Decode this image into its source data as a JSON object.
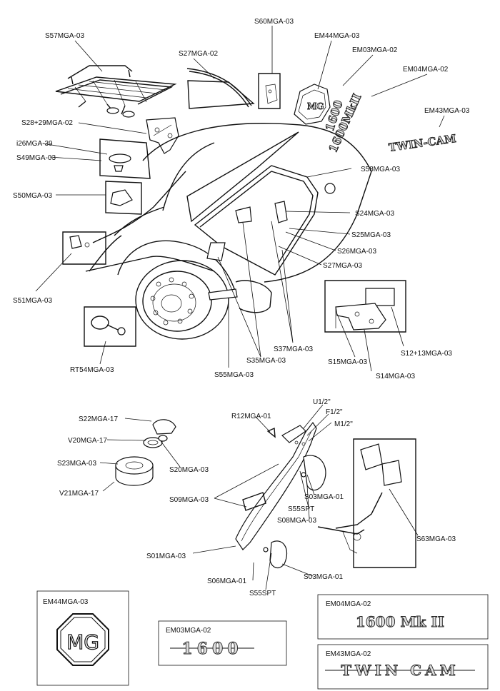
{
  "labels": {
    "s57": "S57MGA-03",
    "s60": "S60MGA-03",
    "em44": "EM44MGA-03",
    "em03": "EM03MGA-02",
    "em04": "EM04MGA-02",
    "s27a": "S27MGA-02",
    "em43": "EM43MGA-03",
    "s28": "S28+29MGA-02",
    "i26": "i26MGA-39",
    "s49": "S49MGA-03",
    "s58": "S58MGA-03",
    "s50": "S50MGA-03",
    "s24": "S24MGA-03",
    "s25": "S25MGA-03",
    "s26": "S26MGA-03",
    "s27b": "S27MGA-03",
    "s51": "S51MGA-03",
    "s37": "S37MGA-03",
    "s12": "S12+13MGA-03",
    "s35": "S35MGA-03",
    "s15": "S15MGA-03",
    "rt54": "RT54MGA-03",
    "s55": "S55MGA-03",
    "s14": "S14MGA-03",
    "u12": "U1/2\"",
    "f12": "F1/2\"",
    "m12": "M1/2\"",
    "s22": "S22MGA-17",
    "r12": "R12MGA-01",
    "v20": "V20MGA-17",
    "s23": "S23MGA-03",
    "s20": "S20MGA-03",
    "v21": "V21MGA-17",
    "s09": "S09MGA-03",
    "s03a": "S03MGA-01",
    "s55spt_a": "S55SPT",
    "s08": "S08MGA-03",
    "s63": "S63MGA-03",
    "s01": "S01MGA-03",
    "s06": "S06MGA-01",
    "s03b": "S03MGA-01",
    "s55spt_b": "S55SPT"
  },
  "inset_boxes": {
    "em44": {
      "title": "EM44MGA-03",
      "logo": "MG"
    },
    "em03": {
      "title": "EM03MGA-02",
      "badge": "1600"
    },
    "em04": {
      "title": "EM04MGA-02",
      "badge": "1600 Mk II"
    },
    "em43": {
      "title": "EM43MGA-02",
      "badge": "TWIN CAM"
    }
  },
  "badges_in_diagram": {
    "twin_cam": "TWIN-CAM",
    "mk2": "1600MkII",
    "s1600": "1600"
  },
  "icons": [
    "luggage-rack-icon",
    "mg-octagon-badge-icon",
    "wheel-icon",
    "hinge-icon",
    "fuel-cap-icon",
    "bumper-icon"
  ]
}
